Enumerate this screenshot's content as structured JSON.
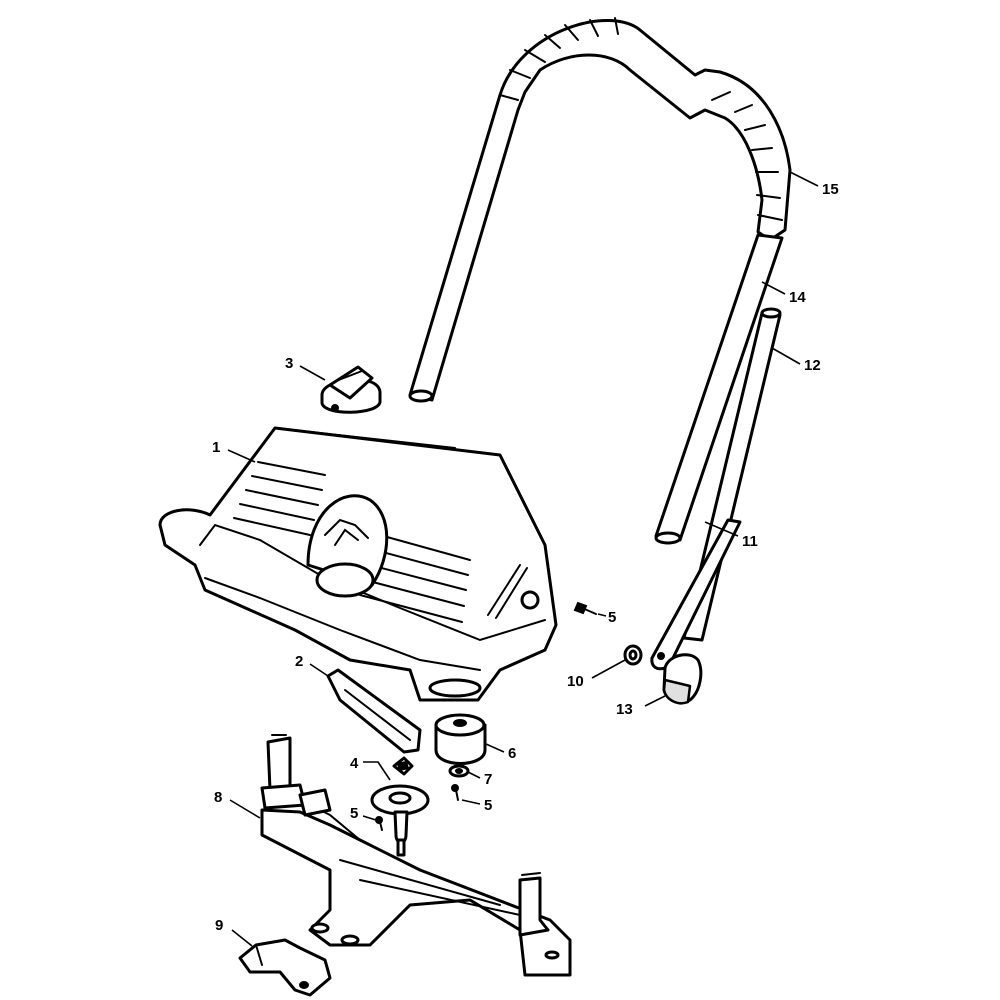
{
  "callouts": {
    "c1": "1",
    "c2": "2",
    "c3": "3",
    "c4": "4",
    "c5a": "5",
    "c5b": "5",
    "c5c": "5",
    "c6": "6",
    "c7": "7",
    "c8": "8",
    "c9": "9",
    "c10": "10",
    "c11": "11",
    "c12": "12",
    "c13": "13",
    "c14": "14",
    "c15": "15"
  },
  "colors": {
    "line": "#000000",
    "background": "#ffffff"
  }
}
